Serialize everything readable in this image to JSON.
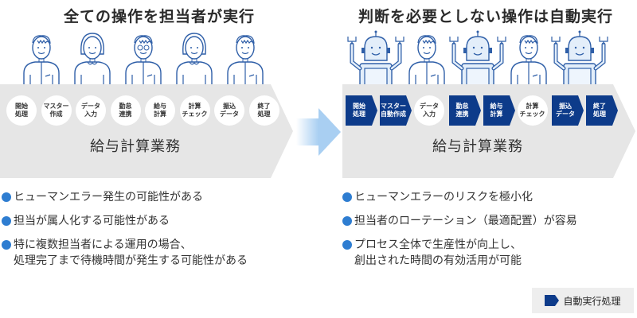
{
  "left_panel": {
    "title": "全ての操作を担当者が実行",
    "figures": [
      "person-man",
      "person-woman",
      "person-man-glasses",
      "person-woman",
      "person-man"
    ],
    "steps": [
      {
        "label": "開始\n処理",
        "auto": false
      },
      {
        "label": "マスター\n作成",
        "auto": false
      },
      {
        "label": "データ\n入力",
        "auto": false
      },
      {
        "label": "勤怠\n連携",
        "auto": false
      },
      {
        "label": "給与\n計算",
        "auto": false
      },
      {
        "label": "計算\nチェック",
        "auto": false
      },
      {
        "label": "振込\nデータ",
        "auto": false
      },
      {
        "label": "終了\n処理",
        "auto": false
      }
    ],
    "band_label": "給与計算業務",
    "bullets": [
      "ヒューマンエラー発生の可能性がある",
      "担当が属人化する可能性がある",
      "特に複数担当者による運用の場合、\n処理完了まで待機時間が発生する可能性がある"
    ]
  },
  "right_panel": {
    "title": "判断を必要としない操作は自動実行",
    "figures": [
      "robot",
      "person-man",
      "robot",
      "person-man",
      "robot"
    ],
    "steps": [
      {
        "label": "開始\n処理",
        "auto": true
      },
      {
        "label": "マスター\n自動作成",
        "auto": true
      },
      {
        "label": "データ\n入力",
        "auto": false
      },
      {
        "label": "勤怠\n連携",
        "auto": true
      },
      {
        "label": "給与\n計算",
        "auto": true
      },
      {
        "label": "計算\nチェック",
        "auto": false
      },
      {
        "label": "振込\nデータ",
        "auto": true
      },
      {
        "label": "終了\n処理",
        "auto": true
      }
    ],
    "band_label": "給与計算業務",
    "bullets": [
      "ヒューマンエラーのリスクを極小化",
      "担当者のローテーション（最適配置）が容易",
      "プロセス全体で生産性が向上し、\n創出された時間の有効活用が可能"
    ]
  },
  "legend": {
    "label": "自動実行処理",
    "icon": "navy-chevron"
  },
  "colors": {
    "navy": "#0d3b8a",
    "band": "#e6e6e6",
    "bullet": "#2e7dd1",
    "line": "#2f5fa8",
    "arrow": "#a9cff2"
  }
}
